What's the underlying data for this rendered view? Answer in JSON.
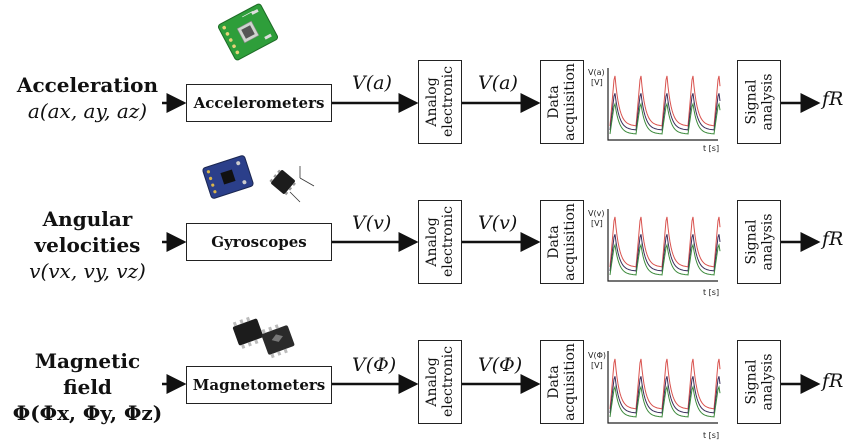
{
  "rows": [
    {
      "quantity": "Acceleration",
      "formula": "a(ax, ay, az)",
      "sensor": "Accelerometers",
      "signal": "V(a)",
      "y_axis_label": "V(a)",
      "y_axis_unit": "[V]",
      "x_axis_label": "t [s]",
      "output": "fR"
    },
    {
      "quantity": "Angular velocities",
      "formula": "v(vx, vy, vz)",
      "sensor": "Gyroscopes",
      "signal": "V(v)",
      "y_axis_label": "V(v)",
      "y_axis_unit": "[V]",
      "x_axis_label": "t [s]",
      "output": "fR"
    },
    {
      "quantity": "Magnetic field",
      "formula": "Φ(Φx, Φy, Φz)",
      "sensor": "Magnetometers",
      "signal": "V(Φ)",
      "y_axis_label": "V(Φ)",
      "y_axis_unit": "[V]",
      "x_axis_label": "t [s]",
      "output": "fR"
    }
  ],
  "stages": {
    "analog": "Analog electronic",
    "daq": "Data acquisition",
    "analysis": "Signal analysis"
  },
  "colors": {
    "trace_red": "#d9534f",
    "trace_dark": "#3a2f5b",
    "trace_green": "#3c8a3c",
    "pcb_green": "#2e9e3a",
    "pcb_blue": "#2b3f8a",
    "chip_black": "#1c1c1c"
  }
}
